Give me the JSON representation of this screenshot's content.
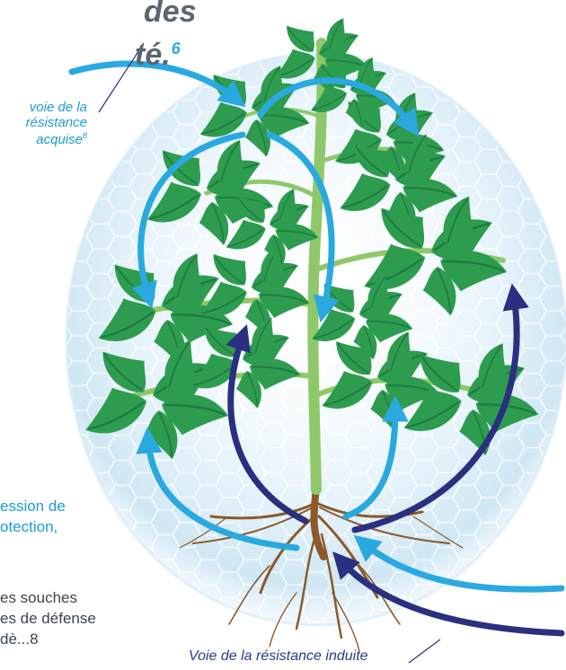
{
  "title": {
    "line1": "des",
    "line2": "té.",
    "line2_footnote": "6"
  },
  "labels": {
    "acquired": {
      "line1": "voie de la",
      "line2": "résistance",
      "line3": "acquise",
      "footnote": "8"
    },
    "induced": "Voie de la résistance induite"
  },
  "body_text": {
    "cyan_line1": "ession de",
    "cyan_line2": "otection,",
    "dark_line1": "es souches",
    "dark_line2": "es de défense",
    "dark_line3": "dè...8"
  },
  "colors": {
    "acquired_arrow": "#2aa9e0",
    "induced_arrow": "#2b2f7f",
    "sphere_fill": "#dceef7",
    "sphere_edge": "#b9dcee",
    "hex_grid": "#ffffff",
    "leaf_dark": "#1f7a42",
    "leaf_mid": "#2e9c4f",
    "leaf_light": "#47b764",
    "stem": "#8fc86a",
    "root": "#8a5a2b",
    "title_gray": "#5c6670"
  },
  "icons": {
    "plant": "tomato-plant-illustration",
    "shield": "hexagon-shield-sphere"
  }
}
